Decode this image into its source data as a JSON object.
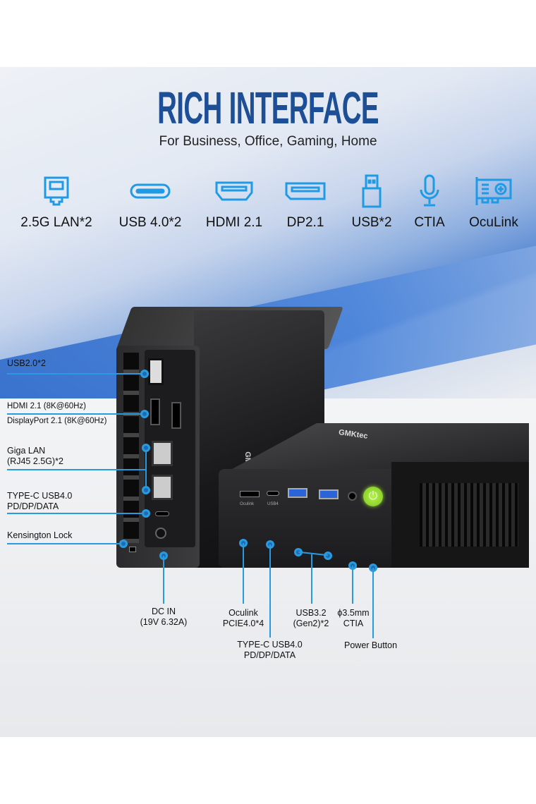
{
  "header": {
    "title": "RICH INTERFACE",
    "subtitle": "For Business, Office, Gaming, Home"
  },
  "features": [
    {
      "icon": "ethernet-port-icon",
      "label": "2.5G LAN*2"
    },
    {
      "icon": "usb-c-port-icon",
      "label": "USB 4.0*2"
    },
    {
      "icon": "hdmi-port-icon",
      "label": "HDMI 2.1"
    },
    {
      "icon": "displayport-icon",
      "label": "DP2.1"
    },
    {
      "icon": "usb-a-icon",
      "label": "USB*2"
    },
    {
      "icon": "microphone-icon",
      "label": "CTIA"
    },
    {
      "icon": "pcie-card-icon",
      "label": "OcuLink"
    }
  ],
  "callouts": {
    "usb2": "USB2.0*2",
    "hdmi": "HDMI 2.1 (8K@60Hz)",
    "dp": "DisplayPort 2.1 (8K@60Hz)",
    "lan1": "Giga LAN",
    "lan2": "(RJ45 2.5G)*2",
    "typec_back1": "TYPE-C USB4.0",
    "typec_back2": "PD/DP/DATA",
    "kensington": "Kensington Lock",
    "dcin1": "DC IN",
    "dcin2": "(19V 6.32A)",
    "oculink1": "Oculink",
    "oculink2": "PCIE4.0*4",
    "typec_front1": "TYPE-C USB4.0",
    "typec_front2": "PD/DP/DATA",
    "usb32_1": "USB3.2",
    "usb32_2": "(Gen2)*2",
    "audio1": "ϕ3.5mm",
    "audio2": "CTIA",
    "power": "Power Button"
  },
  "device": {
    "brand": "GMKtec",
    "port_oculink": "Oculink",
    "port_usb4": "USB4"
  },
  "colors": {
    "accent": "#2a9ae0",
    "title": "#1d4f97",
    "power": "#8fd62a"
  }
}
